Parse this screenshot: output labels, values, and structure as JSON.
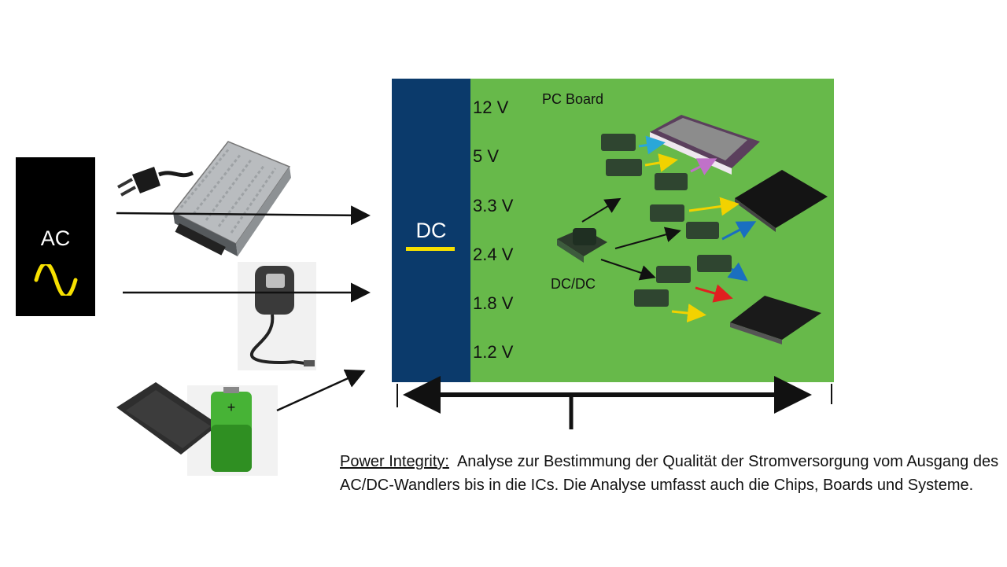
{
  "sources": {
    "ac_label": "AC",
    "psu_icon": "switching-power-supply",
    "plug_icon": "power-plug",
    "adapter_icon": "wall-adapter",
    "battery_icon": "battery"
  },
  "dc_panel": {
    "label": "DC",
    "color": "#0b3a6b",
    "underline_color": "#f7e000"
  },
  "board": {
    "label": "PC Board",
    "color": "#67b94a",
    "voltages": [
      "12 V",
      "5 V",
      "3.3 V",
      "2.4 V",
      "1.8 V",
      "1.2 V"
    ],
    "converter_label": "DC/DC",
    "arrow_colors": [
      "#2aa7d8",
      "#f2d200",
      "#c071c9",
      "#e02020",
      "#1a6fc0"
    ]
  },
  "caption": {
    "term": "Power Integrity:",
    "text": "Analyse zur Bestimmung der Qualität der Stromversorgung vom Ausgang des AC/DC-Wandlers bis in die ICs. Die Analyse umfasst auch die Chips, Boards und Systeme."
  }
}
